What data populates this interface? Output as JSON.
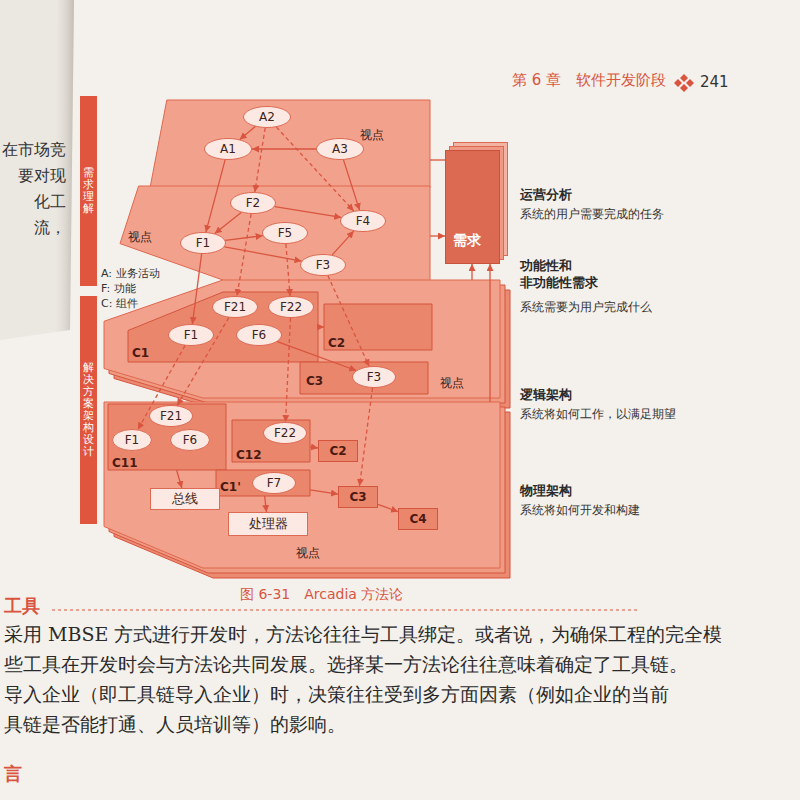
{
  "diagram": {
    "caption": "图 6-31　Arcadia 方法论",
    "nodes": [
      {
        "text": [
          "视点"
        ]
      },
      {
        "text": [
          "A2"
        ],
        "in": 0
      },
      {
        "text": [
          "A1"
        ],
        "in": 0
      },
      {
        "text": [
          "A3"
        ],
        "in": 0
      },
      {
        "text": [
          "视点"
        ]
      },
      {
        "text": [
          "F2"
        ],
        "in": 4
      },
      {
        "text": [
          "F1"
        ],
        "in": 4
      },
      {
        "text": [
          "F5"
        ],
        "in": 4
      },
      {
        "text": [
          "F4"
        ],
        "in": 4
      },
      {
        "text": [
          "F3"
        ],
        "in": 4
      },
      {
        "text": [
          "视点"
        ]
      },
      {
        "text": [
          "C1"
        ],
        "in": 10
      },
      {
        "text": [
          "F21"
        ],
        "in": 11
      },
      {
        "text": [
          "F22"
        ],
        "in": 11
      },
      {
        "text": [
          "F1"
        ],
        "in": 11
      },
      {
        "text": [
          "F6"
        ],
        "in": 11
      },
      {
        "text": [
          "C2"
        ],
        "in": 10
      },
      {
        "text": [
          "C3"
        ],
        "in": 10
      },
      {
        "text": [
          "F3"
        ],
        "in": 17
      },
      {
        "text": [
          "视点"
        ]
      },
      {
        "text": [
          "C11"
        ],
        "in": 19
      },
      {
        "text": [
          "F21"
        ],
        "in": 20
      },
      {
        "text": [
          "F1"
        ],
        "in": 20
      },
      {
        "text": [
          "F6"
        ],
        "in": 20
      },
      {
        "text": [
          "C12"
        ],
        "in": 19
      },
      {
        "text": [
          "F22"
        ],
        "in": 24
      },
      {
        "text": [
          "C2"
        ],
        "in": 19
      },
      {
        "text": [
          "C1'"
        ],
        "in": 19
      },
      {
        "text": [
          "F7"
        ],
        "in": 27
      },
      {
        "text": [
          "C3"
        ],
        "in": 19
      },
      {
        "text": [
          "C4"
        ],
        "in": 19
      },
      {
        "text": [
          "总线"
        ],
        "in": 19
      },
      {
        "text": [
          "处理器"
        ],
        "in": 19
      },
      {
        "text": [
          "需求"
        ]
      },
      {
        "text": [
          "需求理解"
        ]
      },
      {
        "text": [
          "解决方案架构设计"
        ]
      }
    ],
    "edges": [
      {
        "from": 1,
        "to": 2,
        "arrow": "to"
      },
      {
        "from": 3,
        "to": 2,
        "arrow": "to"
      },
      {
        "from": 2,
        "to": 6,
        "arrow": "to"
      },
      {
        "from": 1,
        "to": 5,
        "arrow": "to"
      },
      {
        "from": 1,
        "to": 8,
        "arrow": "to"
      },
      {
        "from": 3,
        "to": 8,
        "arrow": "to"
      },
      {
        "from": 5,
        "to": 6,
        "arrow": "to"
      },
      {
        "from": 6,
        "to": 7,
        "arrow": "to"
      },
      {
        "from": 6,
        "to": 9,
        "arrow": "to"
      },
      {
        "from": 9,
        "to": 8,
        "arrow": "to"
      },
      {
        "from": 5,
        "to": 8,
        "arrow": "to"
      },
      {
        "from": 5,
        "to": 12,
        "arrow": "to"
      },
      {
        "from": 7,
        "to": 13,
        "arrow": "to"
      },
      {
        "from": 6,
        "to": 14,
        "arrow": "to"
      },
      {
        "from": 9,
        "to": 18,
        "arrow": "to"
      },
      {
        "from": 11,
        "to": 16,
        "arrow": "to"
      },
      {
        "from": 15,
        "to": 18,
        "arrow": "to"
      },
      {
        "from": 12,
        "to": 21,
        "arrow": "to"
      },
      {
        "from": 13,
        "to": 25,
        "arrow": "to"
      },
      {
        "from": 14,
        "to": 22,
        "arrow": "to"
      },
      {
        "from": 18,
        "to": 29,
        "arrow": "to"
      },
      {
        "from": 24,
        "to": 26,
        "arrow": "to"
      },
      {
        "from": 27,
        "to": 29,
        "arrow": "to"
      },
      {
        "from": 29,
        "to": 30,
        "arrow": "to"
      },
      {
        "from": 27,
        "to": 32,
        "arrow": "to"
      },
      {
        "from": 20,
        "to": 31,
        "arrow": "to"
      },
      {
        "from": 0,
        "to": 33,
        "arrow": "none"
      },
      {
        "from": 4,
        "to": 33,
        "arrow": "to"
      },
      {
        "from": 10,
        "to": 33,
        "arrow": "to"
      },
      {
        "from": 19,
        "to": 33,
        "arrow": "to"
      }
    ],
    "labels": [
      "第 6 章　软件开发阶段",
      "241",
      "在市场竞",
      "要对现",
      "化工",
      "流，",
      "A: 业务活动",
      "F: 功能",
      "C: 组件",
      "运营分析",
      "系统的用户需要完成的任务",
      "功能性和 非功能性需求",
      "系统需要为用户完成什么",
      "逻辑架构",
      "系统将如何工作，以满足期望",
      "物理架构",
      "系统将如何开发和构建",
      "工具",
      "采用 MBSE 方式进行开发时，方法论往往与工具绑定。或者说，为确保工程的完全模",
      "些工具在开发时会与方法论共同发展。选择某一方法论往往意味着确定了工具链。",
      "导入企业（即工具链导入企业）时，决策往往受到多方面因素（例如企业的当前",
      "具链是否能打通、人员培训等）的影响。",
      "言"
    ]
  }
}
